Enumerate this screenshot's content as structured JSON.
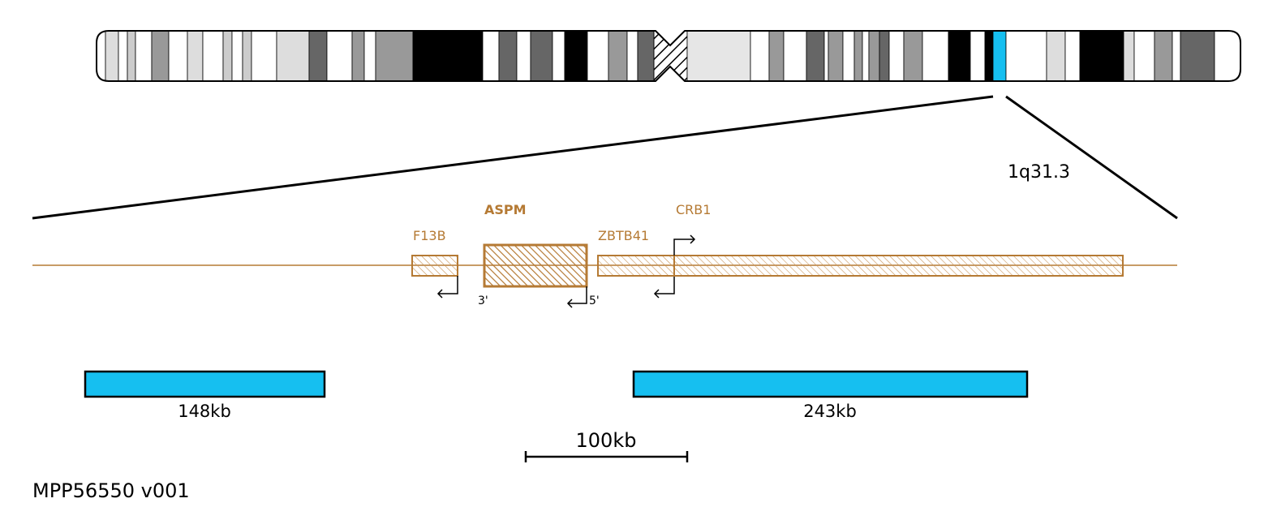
{
  "chromosome": {
    "band_label": "1q31.3",
    "highlight_color": "#16bff0"
  },
  "genes": {
    "f13b": {
      "label": "F13B"
    },
    "aspm": {
      "label": "ASPM",
      "end3": "3'",
      "end5": "5'"
    },
    "zbtb41": {
      "label": "ZBTB41"
    },
    "crb1": {
      "label": "CRB1"
    }
  },
  "regions": {
    "left": {
      "size": "148kb"
    },
    "right": {
      "size": "243kb"
    }
  },
  "scale_bar": {
    "label": "100kb"
  },
  "footer": {
    "id": "MPP56550 v001"
  },
  "colors": {
    "gene": "#b57a34",
    "region": "#16bff0",
    "outline": "#000000"
  }
}
